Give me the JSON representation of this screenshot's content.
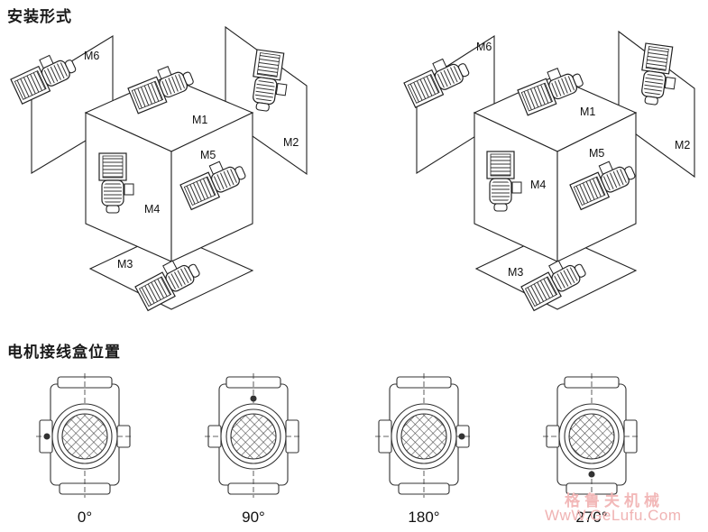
{
  "headings": {
    "mounting_positions": "安装形式",
    "terminal_box_position": "电机接线盒位置"
  },
  "mounting_labels": {
    "m1": "M1",
    "m2": "M2",
    "m3": "M3",
    "m4": "M4",
    "m5": "M5",
    "m6": "M6"
  },
  "terminal_box_angles": [
    "0°",
    "90°",
    "180°",
    "270°"
  ],
  "watermark": {
    "text": "格鲁夫机械",
    "url": "WwW.GeLufu.Com",
    "color": "#f2b8b8"
  },
  "colors": {
    "line": "#333333",
    "panel_fill": "#ffffff",
    "hatch": "#555555"
  }
}
